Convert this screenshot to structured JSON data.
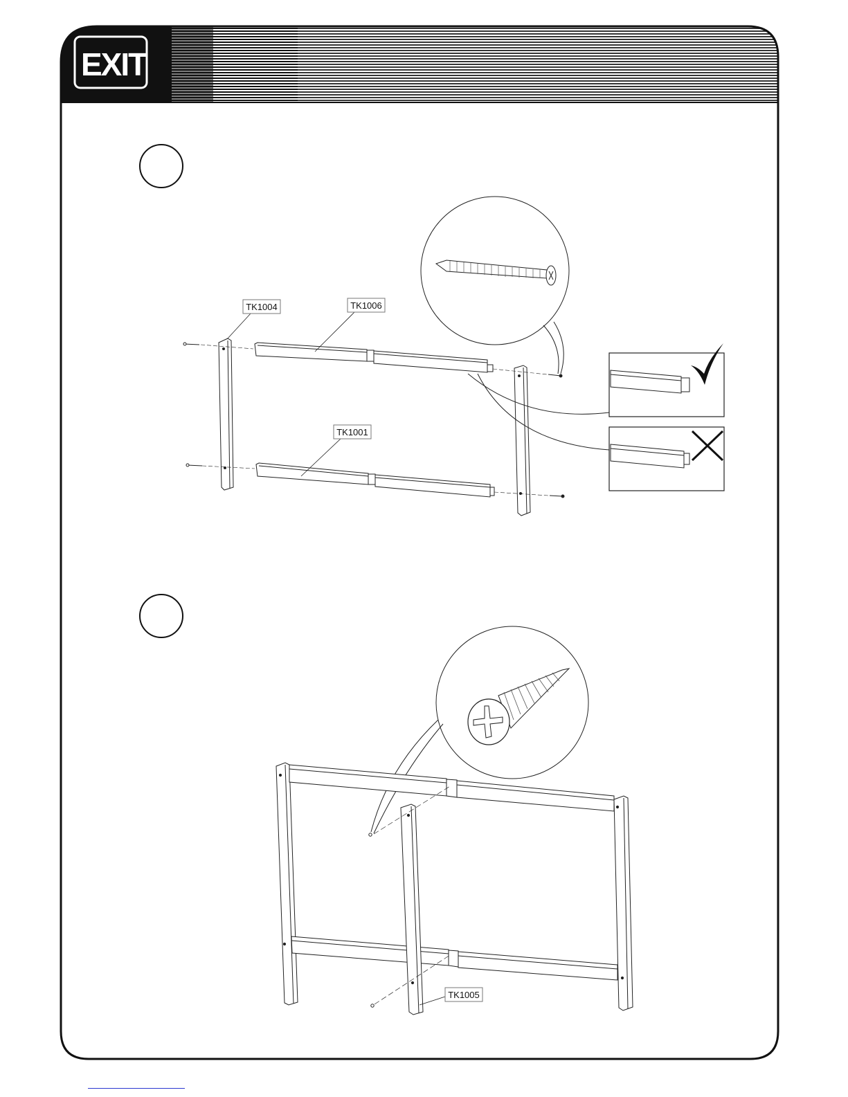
{
  "header": {
    "logo_text": "EXIT",
    "logo_icon": "exit-brand-logo",
    "stripe_color": "#111111"
  },
  "steps": [
    {
      "id": "step-1",
      "number": "",
      "labels": {
        "tk1004": "TK1004",
        "tk1006": "TK1006",
        "tk1001": "TK1001"
      },
      "callouts": {
        "detail": "long-bolt-icon",
        "correct": "checkmark-icon",
        "incorrect": "cross-icon"
      }
    },
    {
      "id": "step-2",
      "number": "",
      "labels": {
        "tk1005": "TK1005"
      },
      "callouts": {
        "detail": "screw-head-icon"
      }
    }
  ],
  "colors": {
    "line": "#111111",
    "frame": "#111111",
    "link": "#2a35d0"
  }
}
